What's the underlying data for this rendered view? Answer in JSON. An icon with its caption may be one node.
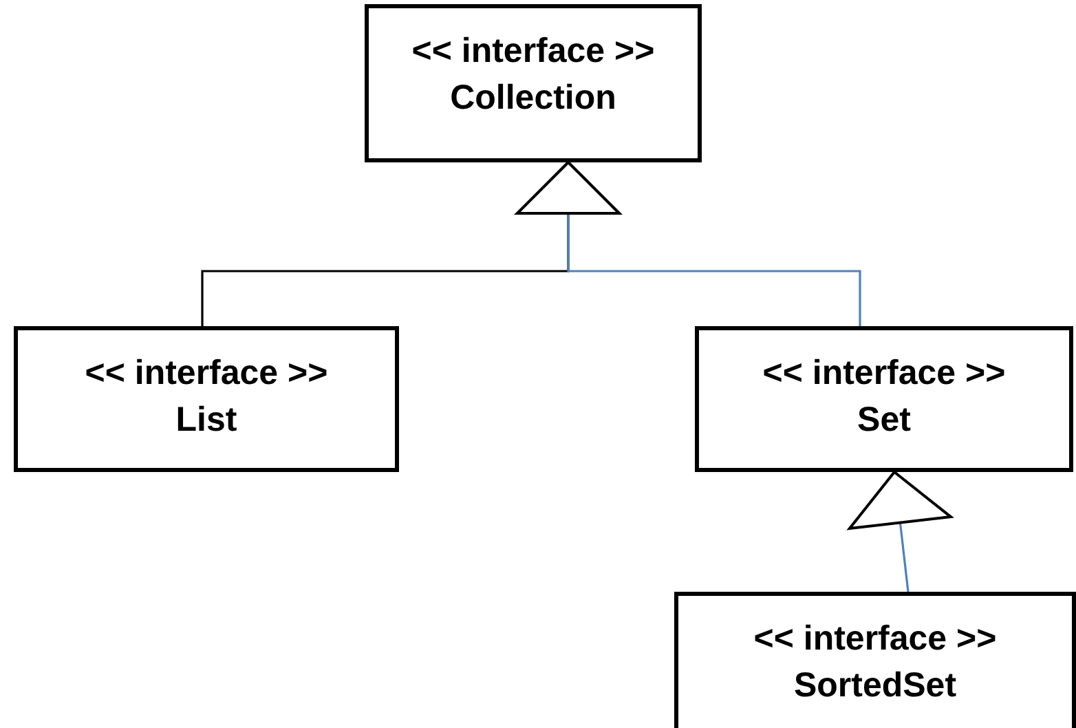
{
  "diagram": {
    "nodes": [
      {
        "text": [
          "<< interface >>",
          "Collection"
        ]
      },
      {
        "text": [
          "<< interface >>",
          "List"
        ]
      },
      {
        "text": [
          "<< interface >>",
          "Set"
        ]
      },
      {
        "text": [
          "<< interface >>",
          "SortedSet"
        ]
      }
    ],
    "edges": [
      {
        "from": 1,
        "to": 0,
        "arrow": "to",
        "color": "#000000"
      },
      {
        "from": 2,
        "to": 0,
        "arrow": "to"
      },
      {
        "from": 3,
        "to": 2,
        "arrow": "to"
      }
    ]
  }
}
